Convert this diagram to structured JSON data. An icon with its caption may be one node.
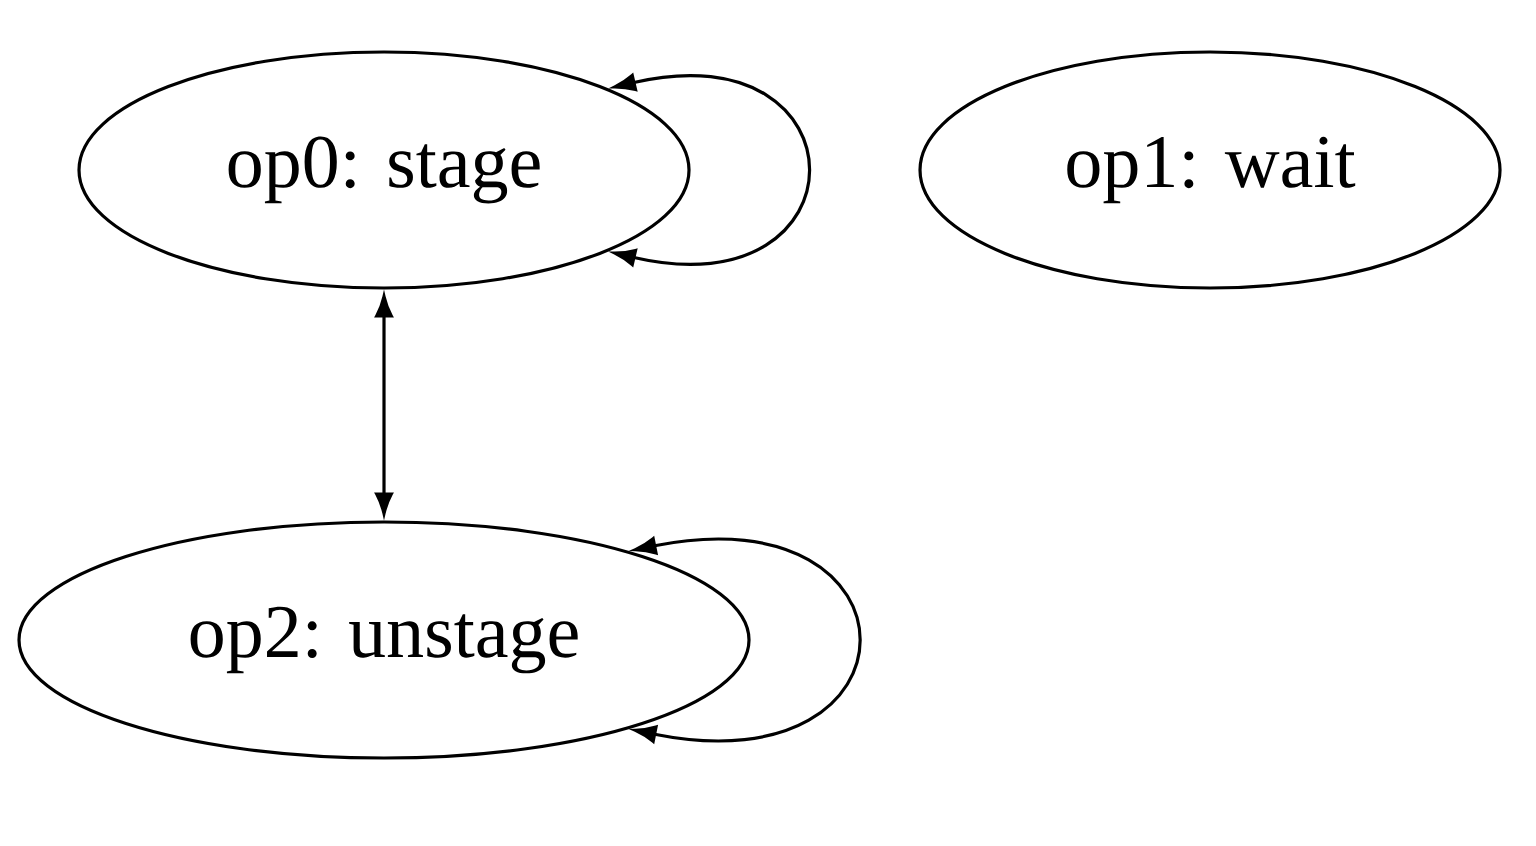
{
  "diagram": {
    "nodes": [
      {
        "text": [
          "op0: stage"
        ]
      },
      {
        "text": [
          "op1: wait"
        ]
      },
      {
        "text": [
          "op2: unstage"
        ]
      }
    ],
    "edges": [
      {
        "from": 0,
        "to": 0,
        "arrow": "both"
      },
      {
        "from": 0,
        "to": 2,
        "arrow": "both"
      },
      {
        "from": 2,
        "to": 2,
        "arrow": "both"
      }
    ]
  }
}
